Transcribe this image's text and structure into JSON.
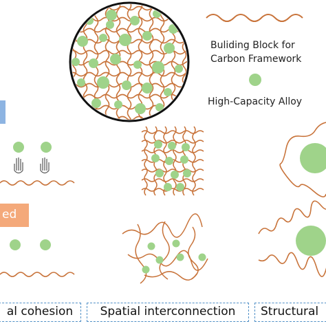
{
  "legend": {
    "carbon_line1": "Buliding Block for",
    "carbon_line2": "Carbon Framework",
    "alloy": "High-Capacity Alloy"
  },
  "tabs": {
    "second_visible_text": "ed"
  },
  "categories": [
    {
      "label": "al cohesion"
    },
    {
      "label": "Spatial interconnection"
    },
    {
      "label": "Structural"
    }
  ],
  "colors": {
    "carbon": "#c8733a",
    "alloy": "#9fd38a",
    "tab_blue": "#8db4e2",
    "tab_orange": "#f4a97a",
    "dashed_border": "#4f8fc6"
  },
  "icons": [
    "hand-icon",
    "hand-icon"
  ]
}
